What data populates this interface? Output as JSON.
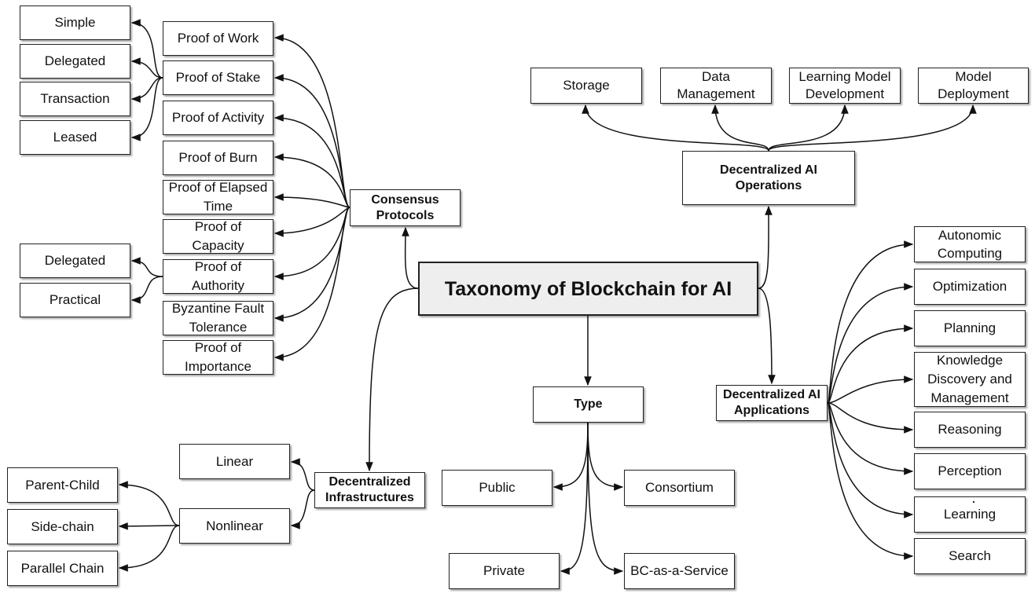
{
  "root": "Taxonomy of Blockchain for AI",
  "consensus": {
    "title": "Consensus\nProtocols",
    "protocols": [
      "Proof of Work",
      "Proof of Stake",
      "Proof of Activity",
      "Proof of Burn",
      "Proof of Elapsed\nTime",
      "Proof of\nCapacity",
      "Proof of\nAuthority",
      "Byzantine Fault\nTolerance",
      "Proof of\nImportance"
    ],
    "stake_variants": [
      "Simple",
      "Delegated",
      "Transaction",
      "Leased"
    ],
    "authority_variants": [
      "Delegated",
      "Practical"
    ]
  },
  "operations": {
    "title": "Decentralized AI\nOperations",
    "items": [
      "Storage",
      "Data\nManagement",
      "Learning Model\nDevelopment",
      "Model\nDeployment"
    ]
  },
  "applications": {
    "title": "Decentralized AI\nApplications",
    "items": [
      "Autonomic\nComputing",
      "Optimization",
      "Planning",
      "Knowledge\nDiscovery and\nManagement",
      "Reasoning",
      "Perception",
      "Learning",
      "Search"
    ]
  },
  "type": {
    "title": "Type",
    "items": [
      "Public",
      "Consortium",
      "Private",
      "BC-as-a-Service"
    ]
  },
  "infrastructures": {
    "title": "Decentralized\nInfrastructures",
    "items": [
      "Linear",
      "Nonlinear"
    ],
    "nonlinear_items": [
      "Parent-Child",
      "Side-chain",
      "Parallel Chain"
    ]
  }
}
